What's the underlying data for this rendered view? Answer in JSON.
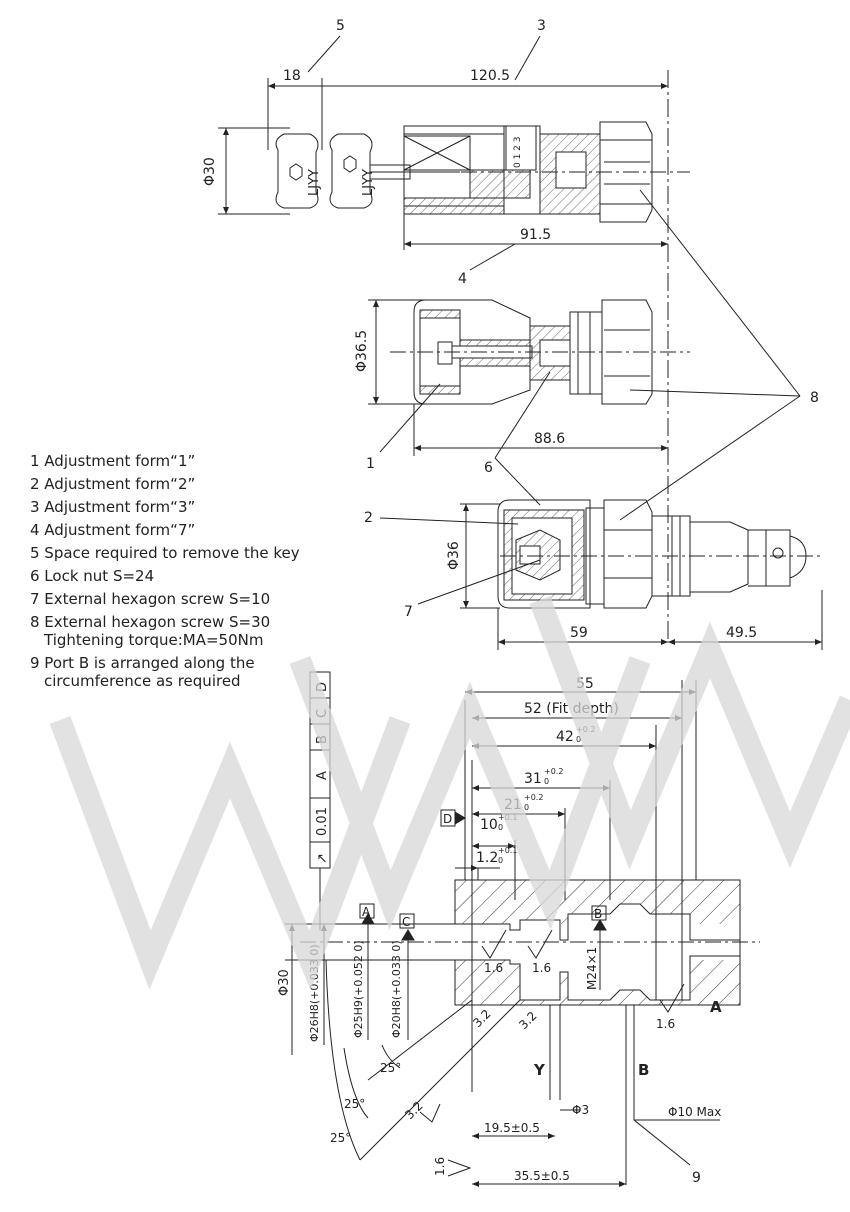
{
  "callouts": {
    "c1": "1",
    "c2": "2",
    "c3": "3",
    "c4": "4",
    "c5": "5",
    "c6": "6",
    "c7": "7",
    "c8": "8",
    "c9": "9"
  },
  "dims_top": {
    "d18": "18",
    "d120_5": "120.5",
    "phi30": "Φ30",
    "d91_5": "91.5",
    "key_text": "LJYY",
    "ring_text": "0  1  2  3"
  },
  "dims_mid": {
    "phi36_5": "Φ36.5",
    "d88_6": "88.6"
  },
  "dims_bot": {
    "phi36": "Φ36",
    "d59": "59",
    "d49_5": "49.5"
  },
  "legend": [
    "1 Adjustment form“1”",
    "2 Adjustment form“2”",
    "3 Adjustment form“3”",
    "4 Adjustment form“7”",
    "5 Space required to remove the key",
    "6 Lock nut S=24",
    "7 External hexagon screw S=10",
    "8 External hexagon screw S=30",
    "Tightening torque:MA=50Nm",
    "9 Port B is arranged along the",
    "circumference as required"
  ],
  "cavity": {
    "d55": "55",
    "d52": "52 (Fit depth)",
    "d42": "42",
    "d42_tol": "+0.2",
    "d42_tol0": "0",
    "d31": "31",
    "d31_tol": "+0.2",
    "d31_tol0": "0",
    "d21": "21",
    "d21_tol": "+0.2",
    "d21_tol0": "0",
    "d10": "10",
    "d10_tol": "+0.1",
    "d10_tol0": "0",
    "d1_2": "1.2",
    "d1_2_tol": "+0.1",
    "d1_2_tol0": "0",
    "frame_arrow": "↗",
    "frame_val": "0.01",
    "frame_a": "A",
    "frame_b": "B",
    "frame_c": "C",
    "frame_d": "D",
    "datum_a": "A",
    "datum_b": "B",
    "datum_c": "C",
    "datum_d": "D",
    "phi30": "Φ30",
    "phi26": "Φ26H8(+0.033 0)",
    "phi25": "Φ25H9(+0.052 0)",
    "phi20": "Φ20H8(+0.033 0)",
    "m24": "M24×1",
    "r1_6a": "1.6",
    "r1_6b": "1.6",
    "r1_6c": "1.6",
    "r3_2a": "3.2",
    "r3_2b": "3.2",
    "r3_2c": "3.2",
    "r1_6d": "1.6",
    "ang25a": "25°",
    "ang25b": "25°",
    "ang25c": "25°",
    "port_a": "A",
    "port_b": "B",
    "port_y": "Y",
    "phi3": "Φ3",
    "phi10": "Φ10 Max",
    "d19_5": "19.5±0.5",
    "d35_5": "35.5±0.5"
  }
}
